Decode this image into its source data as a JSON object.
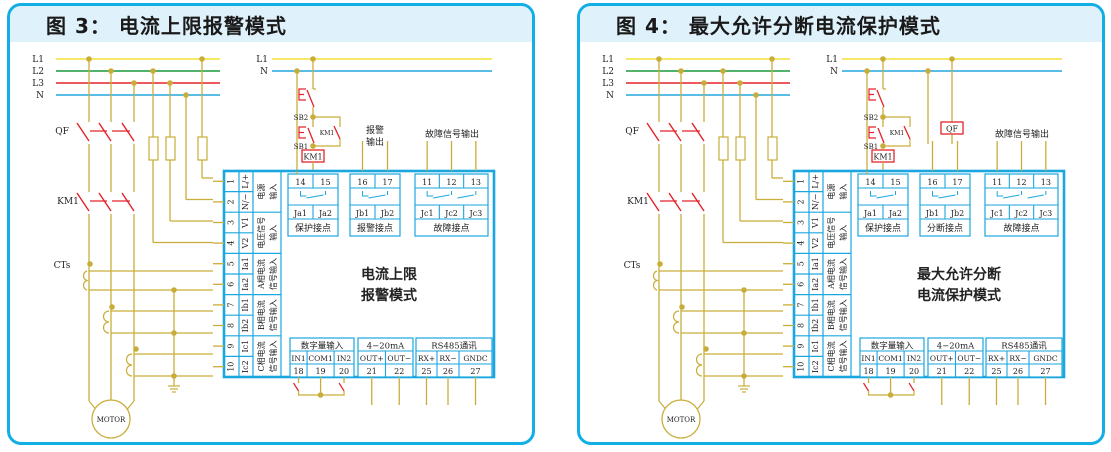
{
  "colors": {
    "frame": "#12aee6",
    "header_bg": "#dff1fb",
    "wire": "#c9ad3a",
    "L1": "#f2e233",
    "L2": "#1a9a3c",
    "L3": "#e3232a",
    "N": "#21a6df",
    "switch": "#e3232a",
    "module": "#1aa6df"
  },
  "panels": [
    {
      "id": "fig3",
      "title": "图 3：  电流上限报警模式",
      "bus_labels": [
        "L1",
        "L2",
        "L3",
        "N"
      ],
      "ctrl_bus_labels": [
        "L1",
        "N"
      ],
      "labels": {
        "qf": "QF",
        "km1": "KM1",
        "cts": "CTs",
        "motor": "MOTOR",
        "sb1": "SB1",
        "sb2": "SB2",
        "km1_contact": "KM1",
        "km1_coil": "KM1",
        "relay_out_line1": "报警",
        "relay_out_line2": "输出",
        "fault_out": "故障信号输出"
      },
      "terminals_left": [
        {
          "num": "1",
          "pin": "L/+"
        },
        {
          "num": "2",
          "pin": "N/−"
        },
        {
          "num": "3",
          "pin": "V1"
        },
        {
          "num": "4",
          "pin": "V2"
        },
        {
          "num": "5",
          "pin": "Ia1"
        },
        {
          "num": "6",
          "pin": "Ia2"
        },
        {
          "num": "7",
          "pin": "Ib1"
        },
        {
          "num": "8",
          "pin": "Ib2"
        },
        {
          "num": "9",
          "pin": "Ic1"
        },
        {
          "num": "10",
          "pin": "Ic2"
        }
      ],
      "terminal_groups": [
        {
          "line1": "电源",
          "line2": "输入"
        },
        {
          "line1": "电压信号",
          "line2": "输入"
        },
        {
          "line1": "A相电流",
          "line2": "信号输入"
        },
        {
          "line1": "B相电流",
          "line2": "信号输入"
        },
        {
          "line1": "C相电流",
          "line2": "信号输入"
        }
      ],
      "relays": [
        {
          "top": [
            "14",
            "15"
          ],
          "bottom": [
            "Ja1",
            "Ja2"
          ],
          "name": "保护接点"
        },
        {
          "top": [
            "16",
            "17"
          ],
          "bottom": [
            "Jb1",
            "Jb2"
          ],
          "name": "报警接点"
        },
        {
          "top": [
            "11",
            "12",
            "13"
          ],
          "bottom": [
            "Jc1",
            "Jc2",
            "Jc3"
          ],
          "name": "故障接点"
        }
      ],
      "center_text": [
        "电流上限",
        "报警模式"
      ],
      "bottom_groups": [
        {
          "name": "数字量输入",
          "pins": [
            "IN1",
            "COM1",
            "IN2"
          ],
          "nums": [
            "18",
            "19",
            "20"
          ]
        },
        {
          "name": "4−20mA",
          "pins": [
            "OUT+",
            "OUT−"
          ],
          "nums": [
            "21",
            "22"
          ]
        },
        {
          "name": "RS485通讯",
          "pins": [
            "RX+",
            "RX−",
            "GNDC"
          ],
          "nums": [
            "25",
            "26",
            "27"
          ]
        }
      ]
    },
    {
      "id": "fig4",
      "title": "图 4：  最大允许分断电流保护模式",
      "bus_labels": [
        "L1",
        "L2",
        "L3",
        "N"
      ],
      "ctrl_bus_labels": [
        "L1",
        "N"
      ],
      "labels": {
        "qf": "QF",
        "km1": "KM1",
        "cts": "CTs",
        "motor": "MOTOR",
        "sb1": "SB1",
        "sb2": "SB2",
        "km1_contact": "KM1",
        "km1_coil": "KM1",
        "qf_coil": "QF",
        "fault_out": "故障信号输出"
      },
      "terminals_left": [
        {
          "num": "1",
          "pin": "L/+"
        },
        {
          "num": "2",
          "pin": "N/−"
        },
        {
          "num": "3",
          "pin": "V1"
        },
        {
          "num": "4",
          "pin": "V2"
        },
        {
          "num": "5",
          "pin": "Ia1"
        },
        {
          "num": "6",
          "pin": "Ia2"
        },
        {
          "num": "7",
          "pin": "Ib1"
        },
        {
          "num": "8",
          "pin": "Ib2"
        },
        {
          "num": "9",
          "pin": "Ic1"
        },
        {
          "num": "10",
          "pin": "Ic2"
        }
      ],
      "terminal_groups": [
        {
          "line1": "电源",
          "line2": "输入"
        },
        {
          "line1": "电压信号",
          "line2": "输入"
        },
        {
          "line1": "A相电流",
          "line2": "信号输入"
        },
        {
          "line1": "B相电流",
          "line2": "信号输入"
        },
        {
          "line1": "C相电流",
          "line2": "信号输入"
        }
      ],
      "relays": [
        {
          "top": [
            "14",
            "15"
          ],
          "bottom": [
            "Ja1",
            "Ja2"
          ],
          "name": "保护接点"
        },
        {
          "top": [
            "16",
            "17"
          ],
          "bottom": [
            "Jb1",
            "Jb2"
          ],
          "name": "分断接点"
        },
        {
          "top": [
            "11",
            "12",
            "13"
          ],
          "bottom": [
            "Jc1",
            "Jc2",
            "Jc3"
          ],
          "name": "故障接点"
        }
      ],
      "center_text": [
        "最大允许分断",
        "电流保护模式"
      ],
      "bottom_groups": [
        {
          "name": "数字量输入",
          "pins": [
            "IN1",
            "COM1",
            "IN2"
          ],
          "nums": [
            "18",
            "19",
            "20"
          ]
        },
        {
          "name": "4−20mA",
          "pins": [
            "OUT+",
            "OUT−"
          ],
          "nums": [
            "21",
            "22"
          ]
        },
        {
          "name": "RS485通讯",
          "pins": [
            "RX+",
            "RX−",
            "GNDC"
          ],
          "nums": [
            "25",
            "26",
            "27"
          ]
        }
      ]
    }
  ]
}
